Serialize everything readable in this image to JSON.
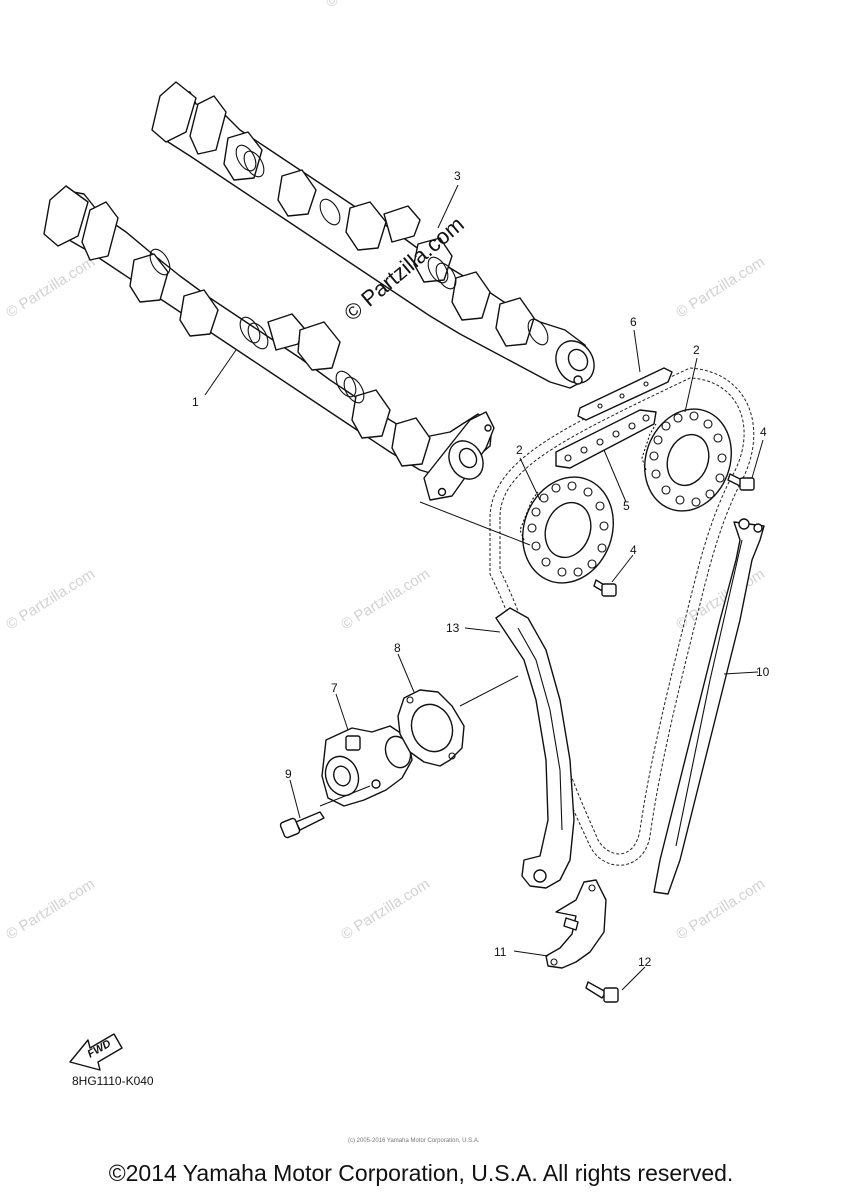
{
  "watermark": {
    "text": "© Partzilla.com",
    "center_text": "© Partzilla.com"
  },
  "callouts": [
    {
      "id": "1",
      "label": "1"
    },
    {
      "id": "2a",
      "label": "2"
    },
    {
      "id": "2b",
      "label": "2"
    },
    {
      "id": "3",
      "label": "3"
    },
    {
      "id": "4a",
      "label": "4"
    },
    {
      "id": "4b",
      "label": "4"
    },
    {
      "id": "5",
      "label": "5"
    },
    {
      "id": "6",
      "label": "6"
    },
    {
      "id": "7",
      "label": "7"
    },
    {
      "id": "8",
      "label": "8"
    },
    {
      "id": "9",
      "label": "9"
    },
    {
      "id": "10",
      "label": "10"
    },
    {
      "id": "11",
      "label": "11"
    },
    {
      "id": "12",
      "label": "12"
    },
    {
      "id": "13",
      "label": "13"
    }
  ],
  "direction_marker": {
    "label": "FWD"
  },
  "diagram_code": "8HG1110-K040",
  "small_print": "(c) 2005-2016 Yamaha Motor Corporation, U.S.A.",
  "copyright": "©2014 Yamaha Motor Corporation, U.S.A. All rights reserved."
}
